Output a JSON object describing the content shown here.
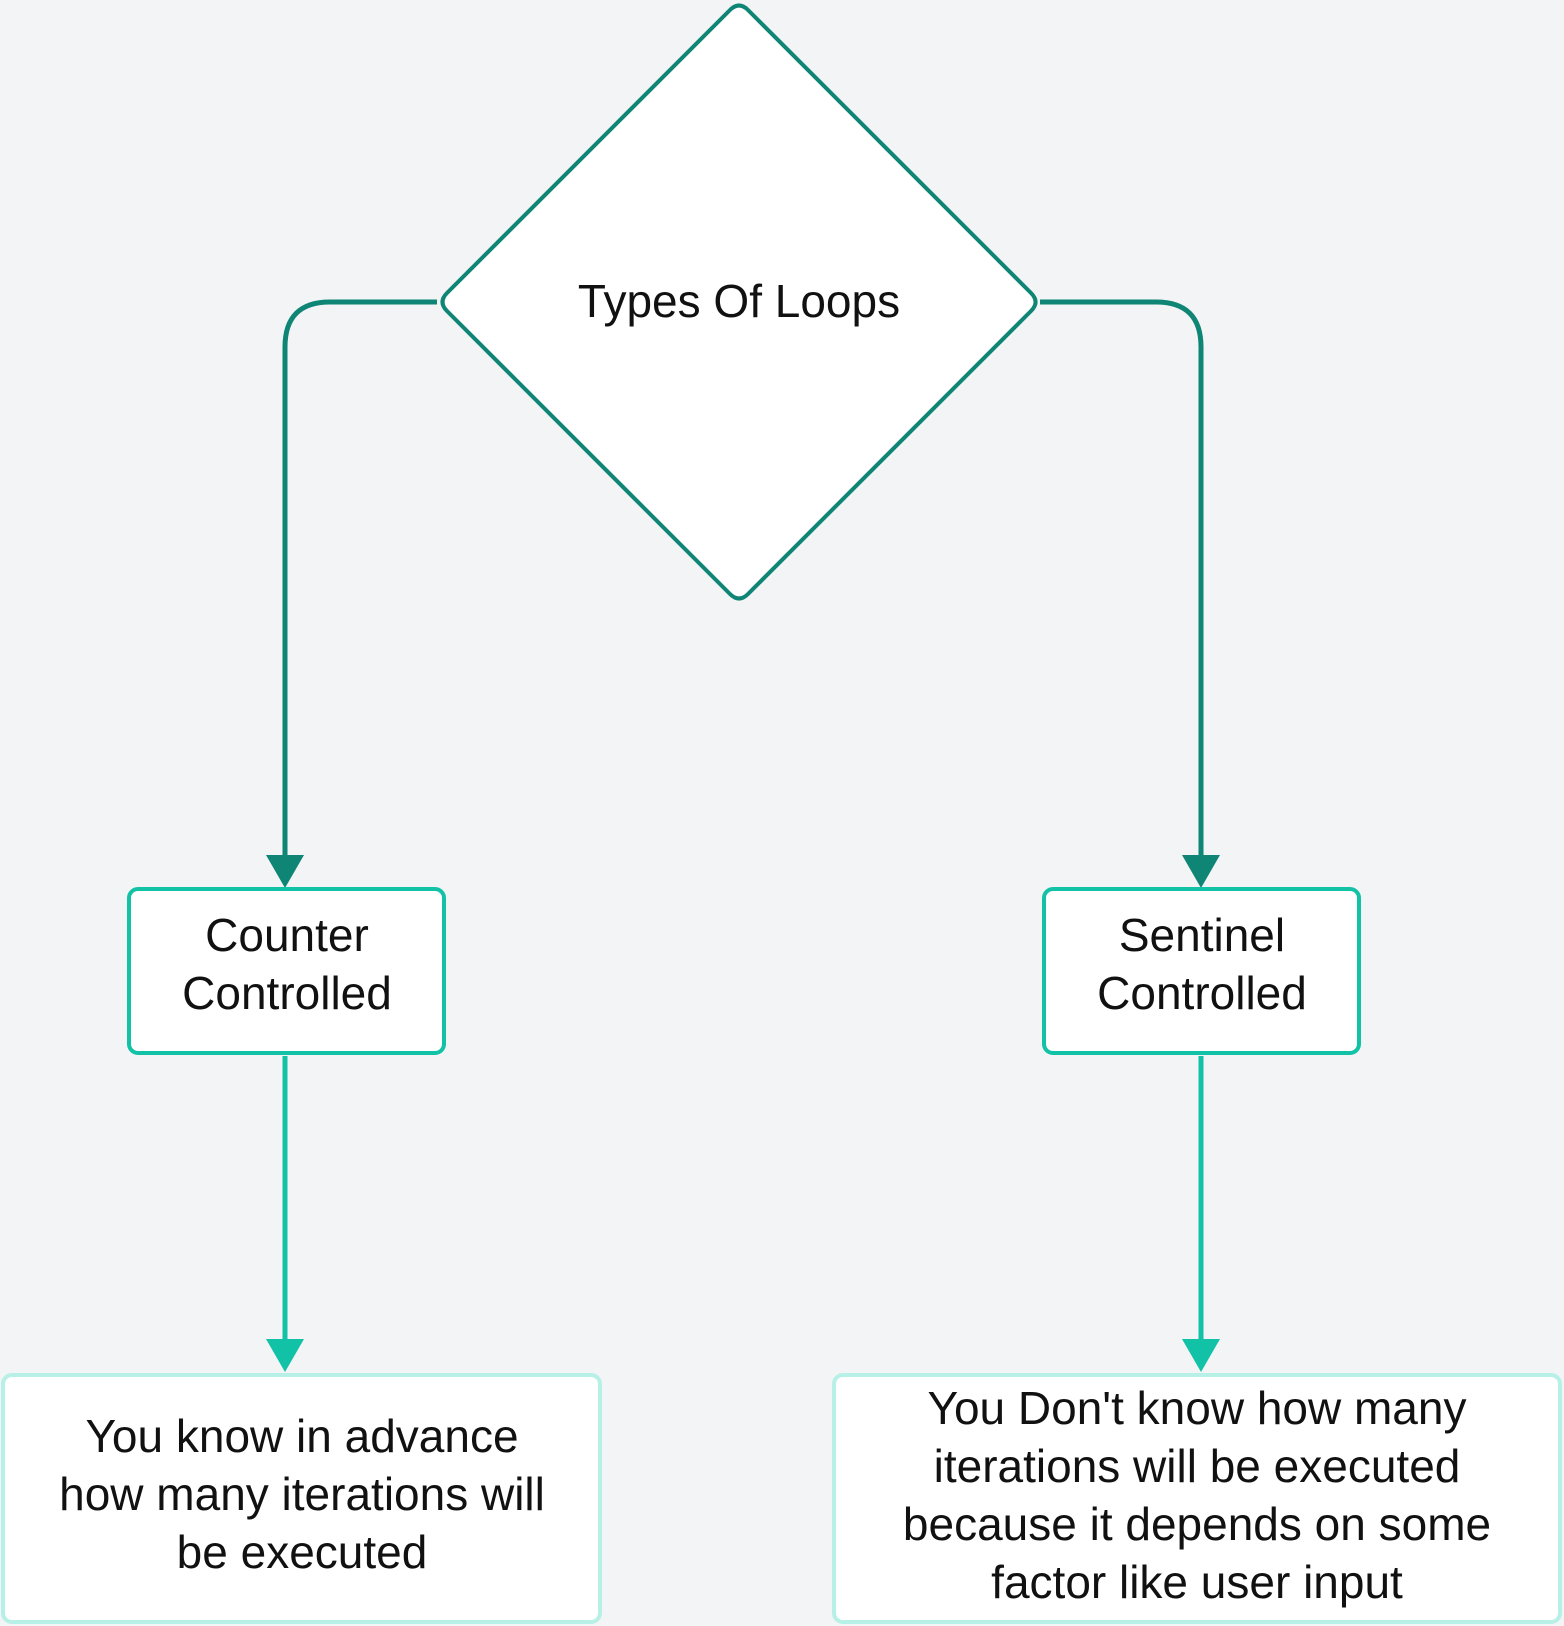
{
  "diagram": {
    "root": {
      "label": "Types Of Loops"
    },
    "branches": [
      {
        "type": {
          "label_line1": "Counter",
          "label_line2": "Controlled"
        },
        "description": {
          "line1": "You know in advance",
          "line2": "how many iterations will",
          "line3": "be executed"
        }
      },
      {
        "type": {
          "label_line1": "Sentinel",
          "label_line2": "Controlled"
        },
        "description": {
          "line1": "You Don't know how many",
          "line2": "iterations will be executed",
          "line3": "because it depends on some",
          "line4": "factor like user input"
        }
      }
    ],
    "colors": {
      "background": "#f2f4f5",
      "dark_teal": "#0f8576",
      "teal": "#12c2a6",
      "light_teal": "#b7f0e6",
      "node_fill": "#ffffff",
      "text": "#111111"
    }
  }
}
